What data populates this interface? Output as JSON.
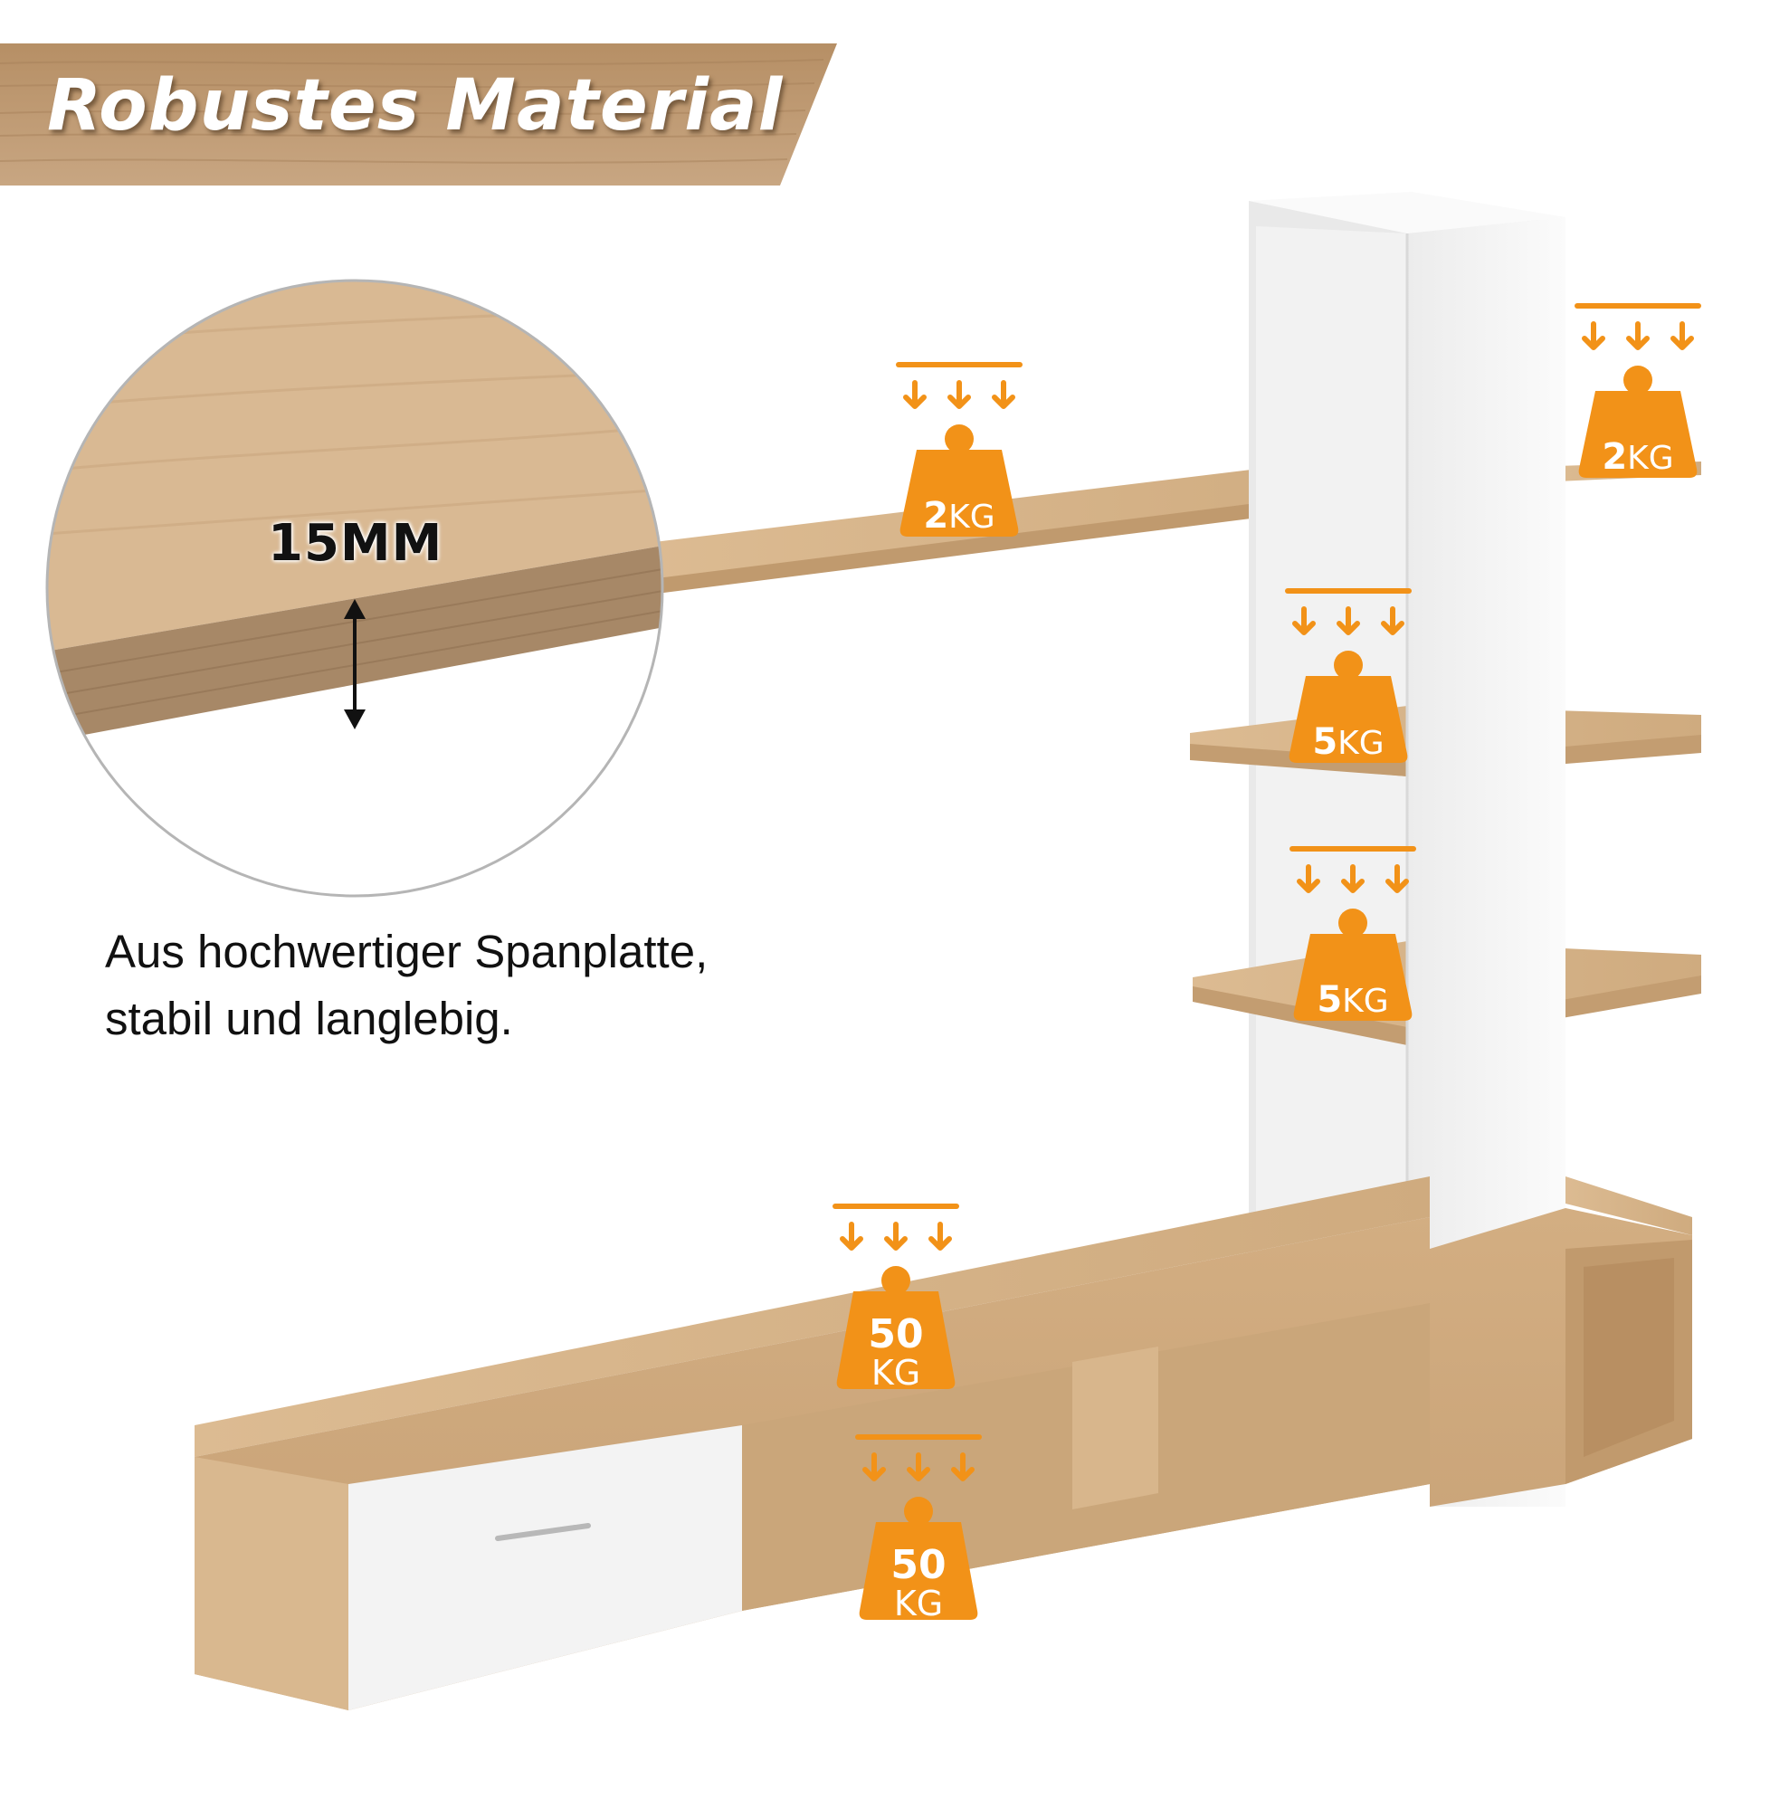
{
  "banner": {
    "title": "Robustes Material"
  },
  "callout": {
    "thickness": "15MM"
  },
  "description": {
    "line1": "Aus hochwertiger Spanplatte,",
    "line2": "stabil und langlebig."
  },
  "loads": {
    "top_shelf": {
      "value": "2",
      "unit": "KG"
    },
    "tower_top": {
      "value": "2",
      "unit": "KG"
    },
    "middle_shelf_upper": {
      "value": "5",
      "unit": "KG"
    },
    "middle_shelf_lower": {
      "value": "5",
      "unit": "KG"
    },
    "board_top": {
      "value": "50",
      "unit": "KG"
    },
    "board_compartment": {
      "value": "50",
      "unit": "KG"
    }
  },
  "colors": {
    "wood": "#d6b48a",
    "wood_edge": "#c49d70",
    "white_panel": "#f7f7f7",
    "badge_orange": "#f29218"
  }
}
